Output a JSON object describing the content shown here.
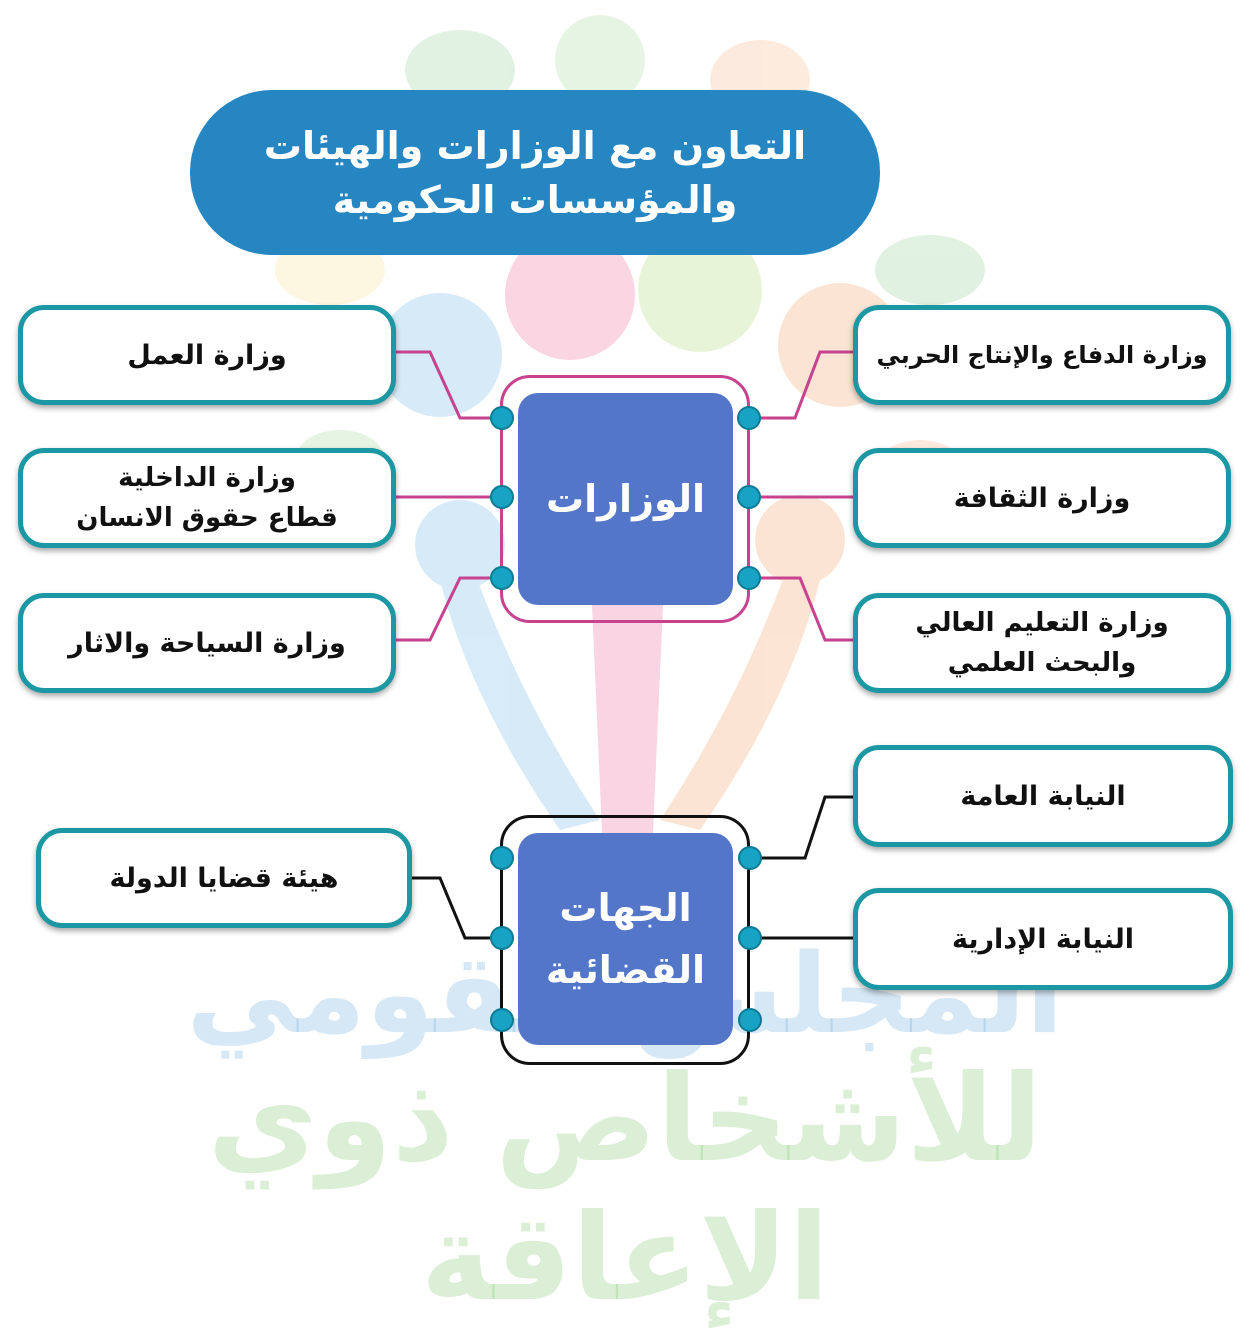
{
  "header": {
    "line1": "التعاون مع الوزارات والهيئات",
    "line2": "والمؤسسات الحكومية"
  },
  "ministries_hub": {
    "label": "الوزارات",
    "left": [
      {
        "lines": [
          "وزارة العمل"
        ]
      },
      {
        "lines": [
          "وزارة الداخلية",
          "قطاع حقوق الانسان"
        ]
      },
      {
        "lines": [
          "وزارة السياحة والاثار"
        ]
      }
    ],
    "right": [
      {
        "lines": [
          "وزارة الدفاع والإنتاج الحربي"
        ]
      },
      {
        "lines": [
          "وزارة الثقافة"
        ]
      },
      {
        "lines": [
          "وزارة التعليم العالي",
          "والبحث العلمي"
        ]
      }
    ]
  },
  "judicial_hub": {
    "line1": "الجهات",
    "line2": "القضائية",
    "left": [
      {
        "lines": [
          "هيئة قضايا الدولة"
        ]
      }
    ],
    "right": [
      {
        "lines": [
          "النيابة العامة"
        ]
      },
      {
        "lines": [
          "النيابة الإدارية"
        ]
      }
    ]
  },
  "watermark": {
    "line1": "المجلس القومي",
    "line2": "للأشخاص ذوي الإعاقة"
  },
  "colors": {
    "header": "#2686c2",
    "hub": "#5476c8",
    "box_border": "#1c97a4",
    "ministries_connector": "#c7428f",
    "judicial_connector": "#111111",
    "dot": "#18a2c3"
  }
}
